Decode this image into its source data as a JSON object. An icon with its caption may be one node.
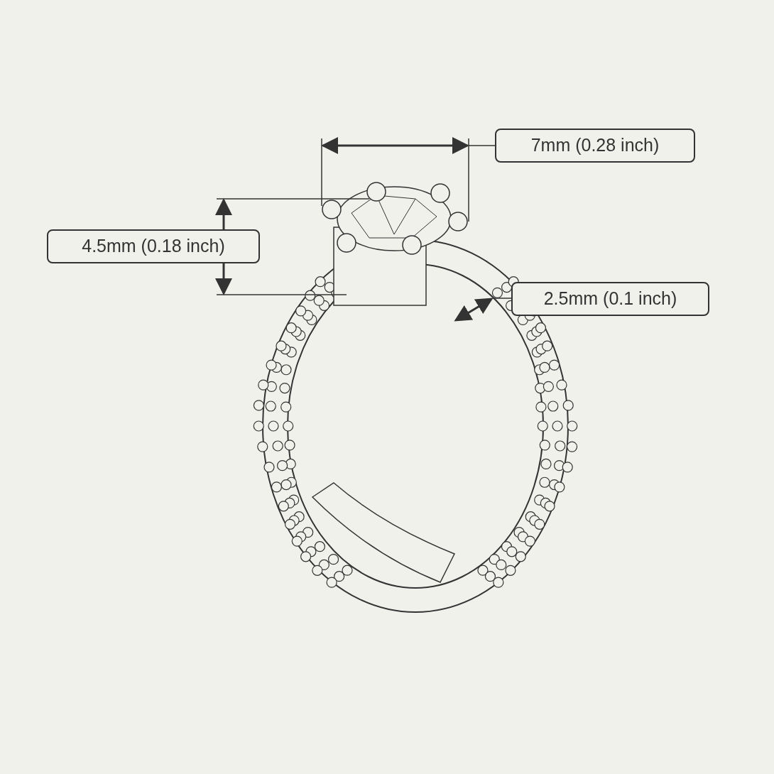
{
  "diagram": {
    "nodes": [
      {
        "text": [
          "7mm (0.28 inch)"
        ]
      },
      {
        "text": [
          "4.5mm (0.18 inch)"
        ]
      },
      {
        "text": [
          "2.5mm (0.1 inch)"
        ]
      }
    ]
  }
}
